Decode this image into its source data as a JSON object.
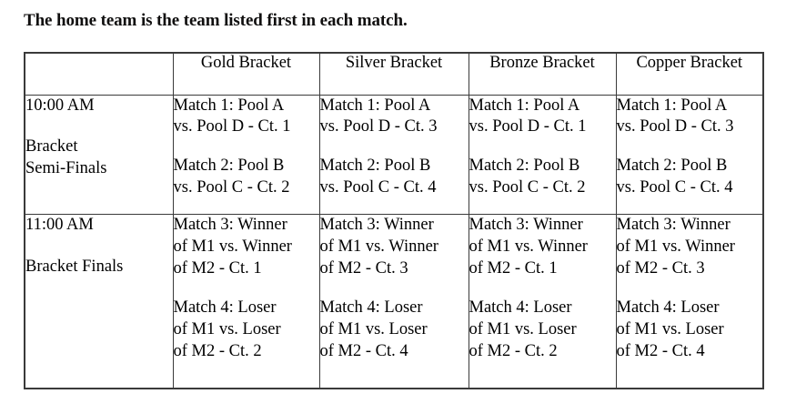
{
  "caption": "The home team is the team listed first in each match.",
  "colors": {
    "pink_header": "#e59a9d",
    "purple_header": "#b5a8d6",
    "border": "#3a3a3a",
    "text": "#000000",
    "background": "#ffffff"
  },
  "table": {
    "headers": [
      {
        "label": "",
        "tint": "none"
      },
      {
        "label": "Gold Bracket",
        "tint": "pink"
      },
      {
        "label": "Silver Bracket",
        "tint": "pink"
      },
      {
        "label": "Bronze Bracket",
        "tint": "purple"
      },
      {
        "label": "Copper Bracket",
        "tint": "purple"
      }
    ],
    "rows": [
      {
        "time": "10:00 AM",
        "stage_line1": "Bracket",
        "stage_line2": "Semi-Finals",
        "cells": [
          {
            "block1_line1": "Match 1: Pool A",
            "block1_line2": "vs. Pool D - Ct. 1",
            "block1_line3": "",
            "block2_line1": "Match 2: Pool B",
            "block2_line2": "vs. Pool C - Ct. 2",
            "block2_line3": ""
          },
          {
            "block1_line1": "Match 1: Pool A",
            "block1_line2": "vs. Pool D - Ct. 3",
            "block1_line3": "",
            "block2_line1": "Match 2: Pool B",
            "block2_line2": "vs. Pool C - Ct. 4",
            "block2_line3": ""
          },
          {
            "block1_line1": "Match 1: Pool A",
            "block1_line2": "vs. Pool D - Ct. 1",
            "block1_line3": "",
            "block2_line1": "Match 2: Pool B",
            "block2_line2": "vs. Pool C - Ct. 2",
            "block2_line3": ""
          },
          {
            "block1_line1": "Match 1: Pool A",
            "block1_line2": "vs. Pool D - Ct. 3",
            "block1_line3": "",
            "block2_line1": "Match 2: Pool B",
            "block2_line2": "vs. Pool C - Ct. 4",
            "block2_line3": ""
          }
        ]
      },
      {
        "time": "11:00 AM",
        "stage_line1": "Bracket Finals",
        "stage_line2": "",
        "cells": [
          {
            "block1_line1": "Match 3: Winner",
            "block1_line2": "of M1 vs. Winner",
            "block1_line3": "of M2 - Ct. 1",
            "block2_line1": "Match 4: Loser",
            "block2_line2": "of M1 vs. Loser",
            "block2_line3": "of M2 - Ct. 2"
          },
          {
            "block1_line1": "Match 3: Winner",
            "block1_line2": "of M1 vs. Winner",
            "block1_line3": "of M2 - Ct. 3",
            "block2_line1": "Match 4: Loser",
            "block2_line2": "of M1 vs. Loser",
            "block2_line3": "of M2 - Ct. 4"
          },
          {
            "block1_line1": "Match 3: Winner",
            "block1_line2": "of M1 vs. Winner",
            "block1_line3": "of M2 - Ct. 1",
            "block2_line1": "Match 4: Loser",
            "block2_line2": "of M1 vs. Loser",
            "block2_line3": "of M2 - Ct. 2"
          },
          {
            "block1_line1": "Match 3: Winner",
            "block1_line2": "of M1 vs. Winner",
            "block1_line3": "of M2 - Ct. 3",
            "block2_line1": "Match 4: Loser",
            "block2_line2": "of M1 vs. Loser",
            "block2_line3": "of M2 - Ct. 4"
          }
        ]
      }
    ]
  }
}
